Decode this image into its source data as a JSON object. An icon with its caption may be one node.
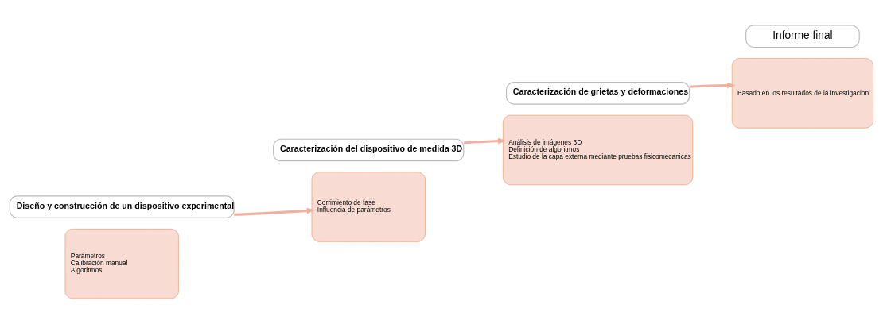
{
  "diagram": {
    "nodes": [
      {
        "text": [
          "Parámetros",
          "Calibración manual",
          "Algoritmos"
        ]
      },
      {
        "text": [
          "Diseño y construcción de un dispositivo experimental"
        ]
      },
      {
        "text": [
          "Caracterización del dispositivo de medida 3D"
        ]
      },
      {
        "text": [
          "Corrimiento de fase",
          "Influencia de parámetros"
        ]
      },
      {
        "text": [
          "Análisis de imágenes 3D",
          "Definición de algoritmos",
          "Estudio de la capa externa mediante pruebas fisicomecanicas"
        ]
      },
      {
        "text": [
          "Caracterización de grietas y deformaciones"
        ]
      },
      {
        "text": [
          "Informe final"
        ]
      },
      {
        "text": [
          "Basado en los resultados de la investigacion."
        ]
      }
    ],
    "edges": [
      {
        "from": 1,
        "to": 3,
        "arrow": "to"
      },
      {
        "from": 2,
        "to": 4,
        "arrow": "to"
      },
      {
        "from": 5,
        "to": 7,
        "arrow": "to"
      }
    ]
  }
}
